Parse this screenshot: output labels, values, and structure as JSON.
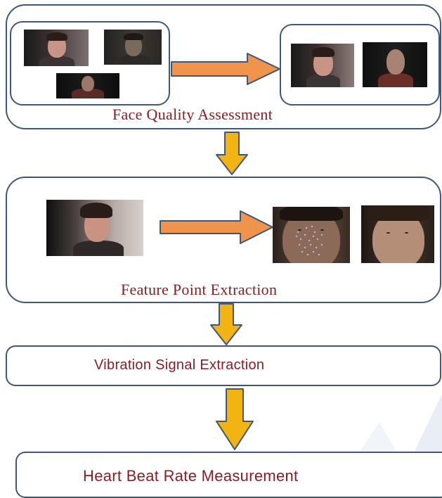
{
  "stages": {
    "face_quality": {
      "label": "Face Quality Assessment"
    },
    "feature_point": {
      "label": "Feature Point Extraction"
    },
    "vibration": {
      "label": "Vibration Signal Extraction"
    },
    "heart_rate": {
      "label": "Heart Beat Rate Measurement"
    }
  },
  "colors": {
    "border": "#3f5778",
    "label_text": "#8a1d22",
    "horizontal_arrow": "#f0944c",
    "vertical_arrow": "#f2b412",
    "watermark": "#e6ecf5"
  },
  "icons": {
    "right_arrow": "orange-right-arrow-icon",
    "down_arrow": "yellow-down-arrow-icon"
  }
}
